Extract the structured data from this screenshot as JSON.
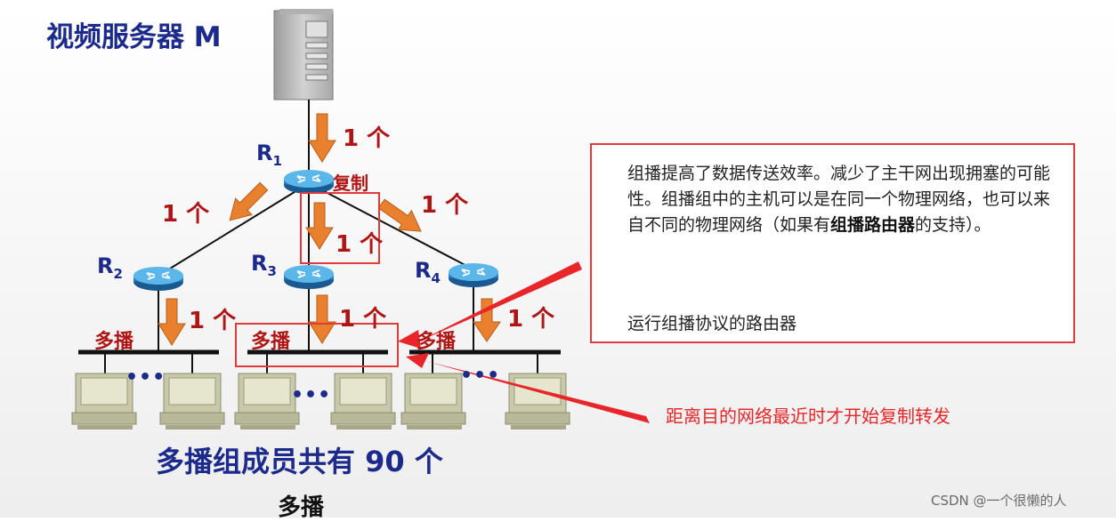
{
  "title": "视频服务器 M",
  "routers": {
    "r1": {
      "base": "R",
      "sub": "1"
    },
    "r2": {
      "base": "R",
      "sub": "2"
    },
    "r3": {
      "base": "R",
      "sub": "3"
    },
    "r4": {
      "base": "R",
      "sub": "4"
    }
  },
  "copy_label": "复制",
  "count_label": "1 个",
  "multicast_label": "多播",
  "ellipsis": "•••",
  "members_label": "多播组成员共有 90 个",
  "caption": "多播",
  "note": {
    "text_before": "组播提高了数据传送效率。减少了主干网出现拥塞的可能性。组播组中的主机可以是在同一个物理网络，也可以来自不同的物理网络（如果有",
    "text_bold": "组播路由器",
    "text_after": "的支持）。",
    "bottom": "运行组播协议的路由器"
  },
  "red_note": "距离目的网络最近时才开始复制转发",
  "watermark": "CSDN @一个很懒的人",
  "colors": {
    "navy": "#1c2a8c",
    "label_red": "#b01515",
    "arrow_orange": "#e8802e",
    "highlight_red": "#e03a3a",
    "router_blue": "#2f7fbf",
    "note_arrow_blue": "#5b8fd6"
  }
}
